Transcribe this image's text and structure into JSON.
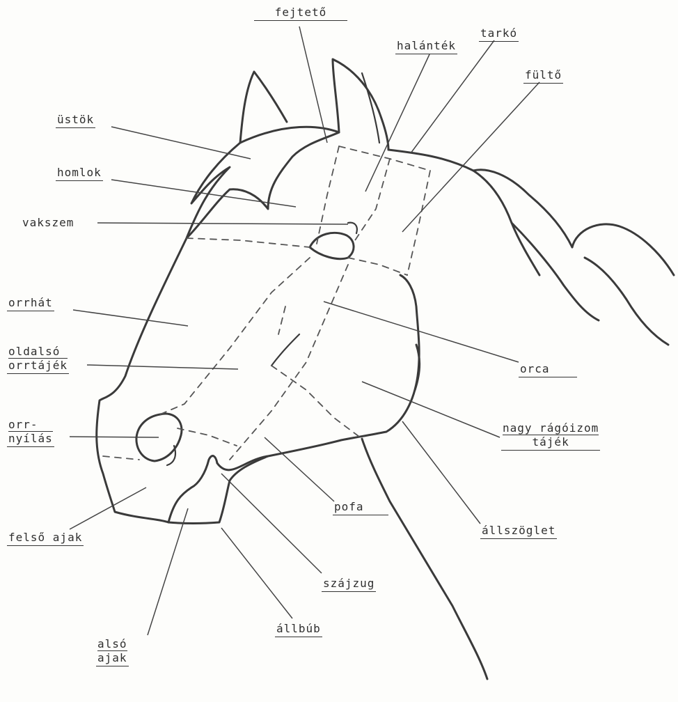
{
  "labels": {
    "fejteto": "fejtető",
    "halantek": "halánték",
    "tarko": "tarkó",
    "fulto": "fültő",
    "ustok": "üstök",
    "homlok": "homlok",
    "vakszem": "vakszem",
    "orrhat": "orrhát",
    "oldalso_1": "oldalsó",
    "oldalso_2": "orrtájék",
    "orca": "orca",
    "orr_1": "orr-",
    "orr_2": "nyílás",
    "nagy_1": "nagy rágóizom",
    "nagy_2": "tájék",
    "felso_ajak": "felső ajak",
    "pofa": "pofa",
    "allszoglet": "állszöglet",
    "szajzug": "szájzug",
    "allbub": "állbúb",
    "also_1": "alsó",
    "also_2": "ajak"
  }
}
